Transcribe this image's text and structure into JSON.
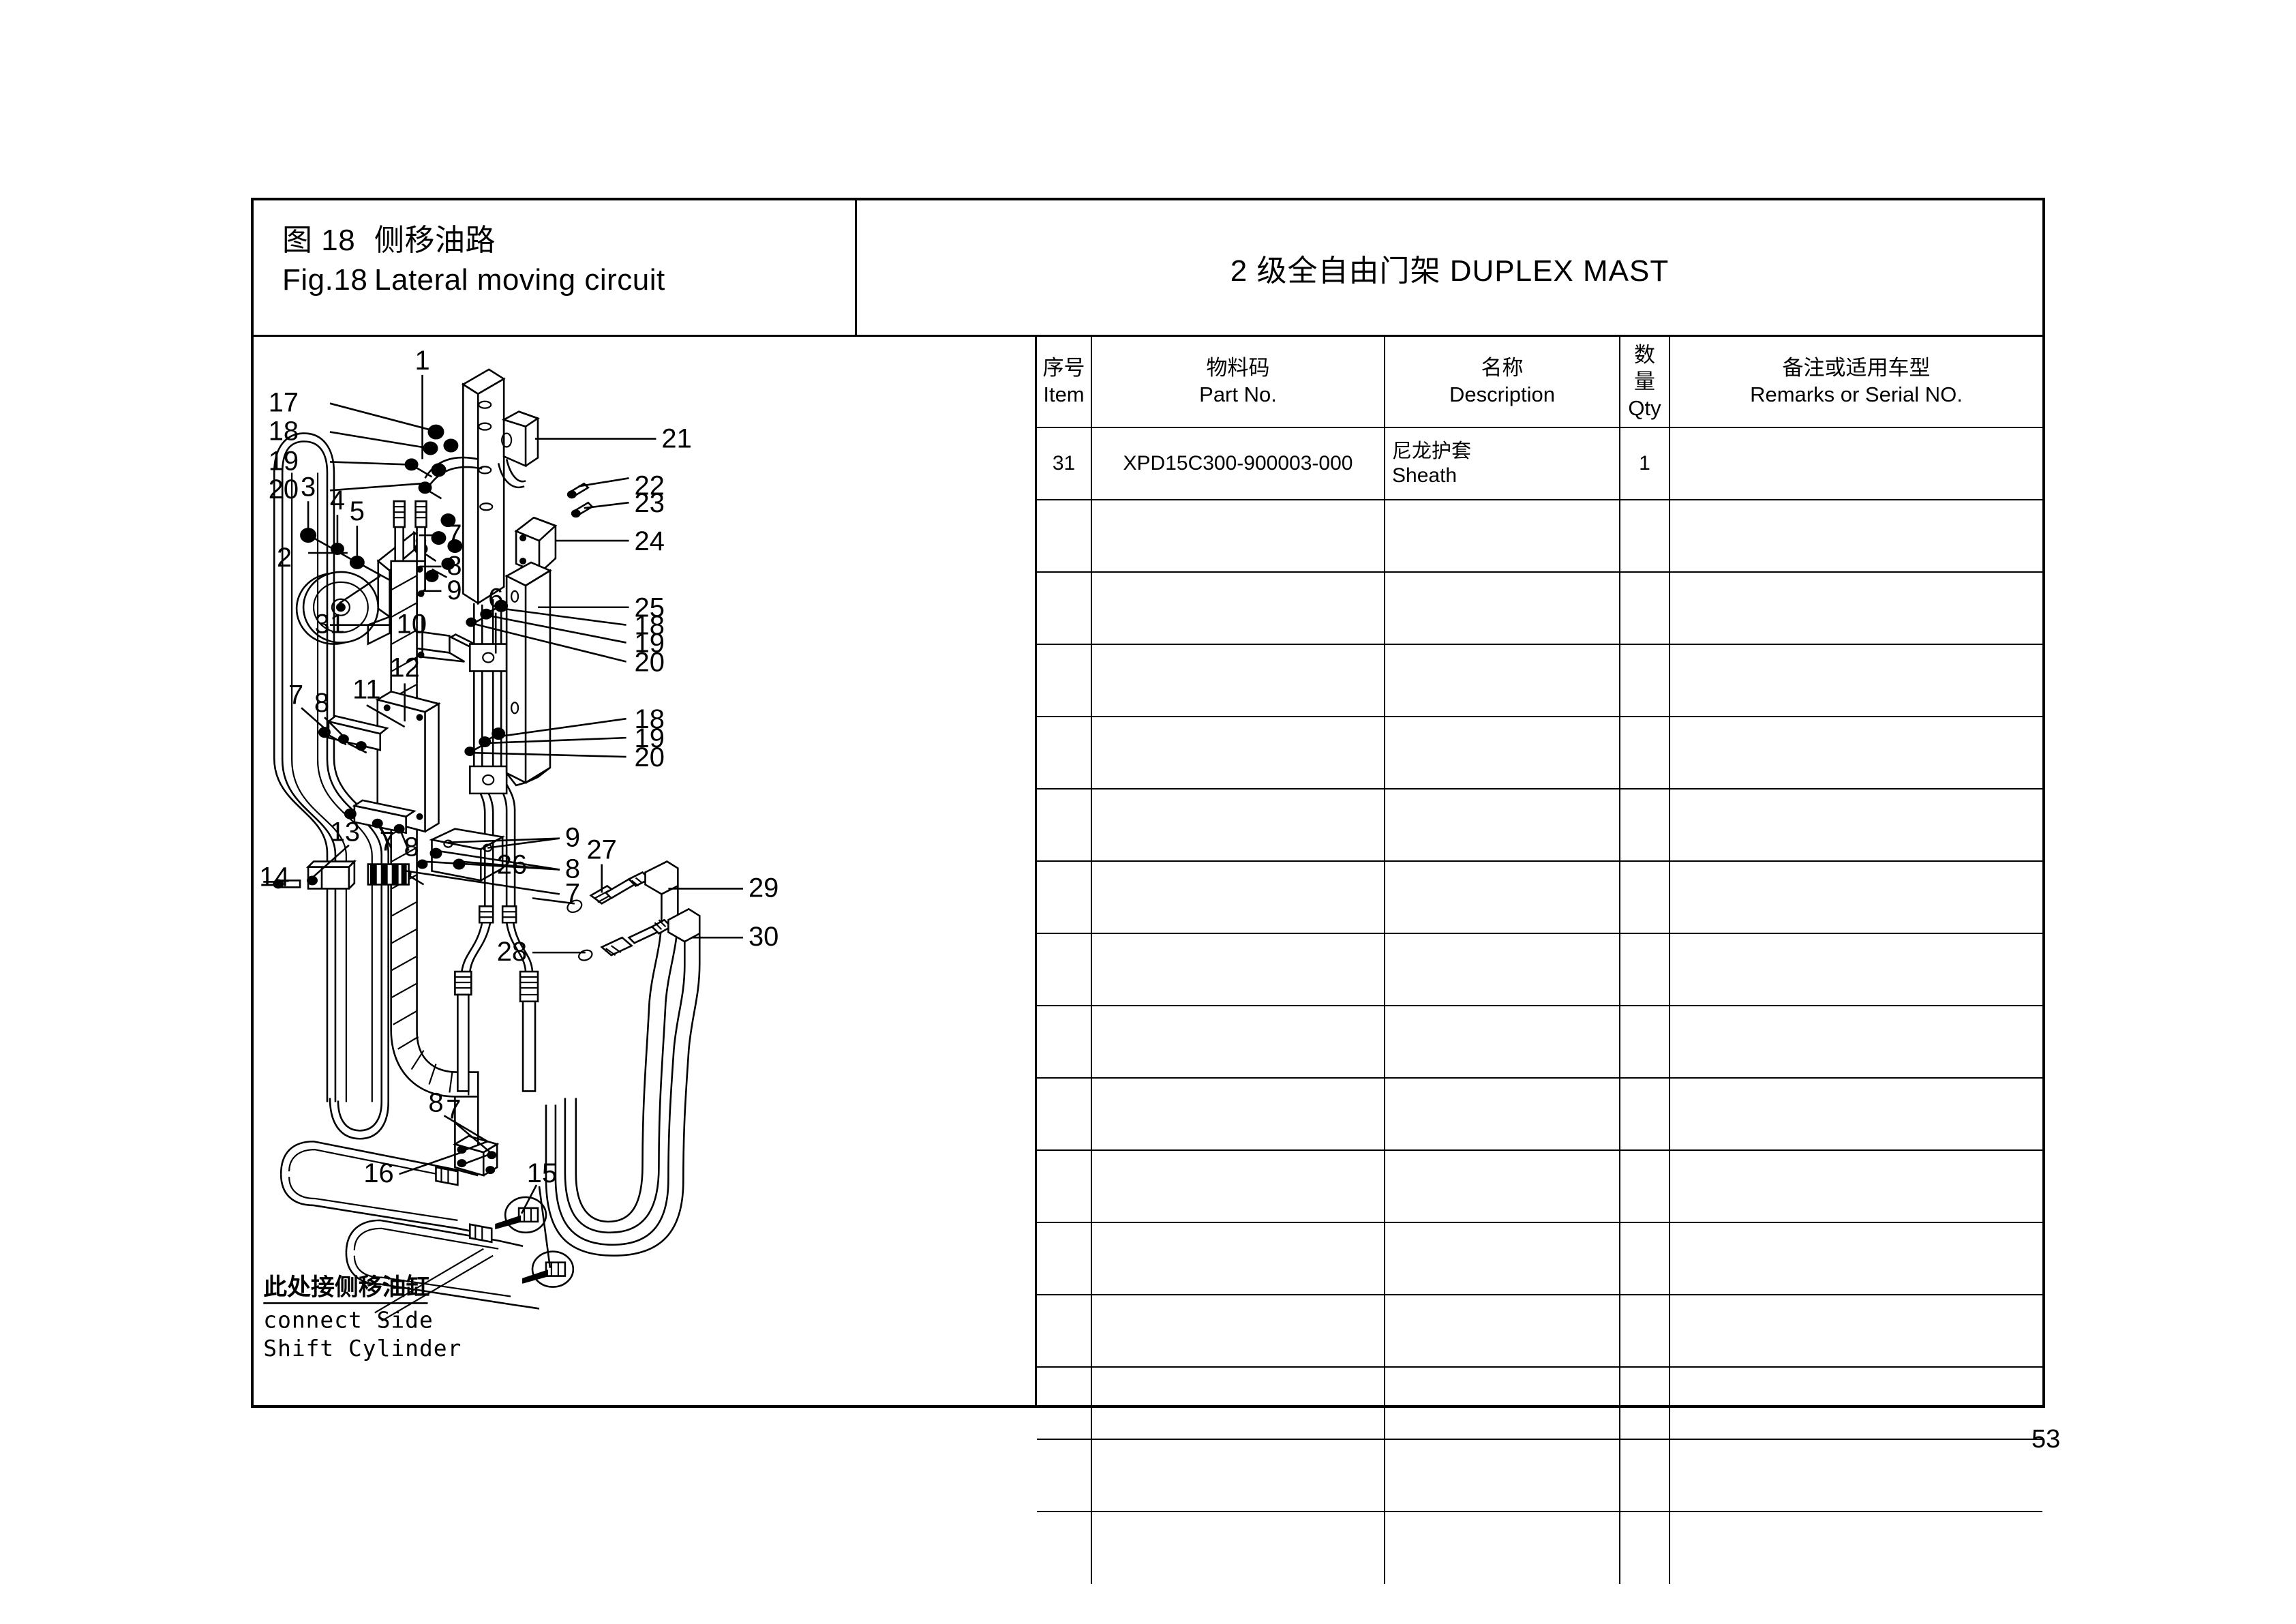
{
  "document": {
    "page_number": "53"
  },
  "title_block": {
    "cn_prefix": "图 18",
    "cn_label": "侧移油路",
    "en_prefix": "Fig.18",
    "en_label": "Lateral moving circuit"
  },
  "assembly_header": {
    "label": "2 级全自由门架  DUPLEX MAST"
  },
  "table": {
    "columns": [
      {
        "cn": "序号",
        "en": "Item"
      },
      {
        "cn": "物料码",
        "en": "Part No."
      },
      {
        "cn": "名称",
        "en": "Description"
      },
      {
        "cn": "数量",
        "en": "Qty"
      },
      {
        "cn": "备注或适用车型",
        "en": "Remarks or Serial NO."
      }
    ],
    "rows": [
      {
        "item": "31",
        "part_no": "XPD15C300-900003-000",
        "desc_cn": "尼龙护套",
        "desc_en": "Sheath",
        "qty": "1",
        "remarks": ""
      }
    ],
    "empty_row_count": 15
  },
  "drawing": {
    "note": {
      "cn": "此处接侧移油缸",
      "en_line1": "connect Side",
      "en_line2": "Shift Cylinder"
    },
    "callouts": [
      {
        "id": "c17",
        "label": "17"
      },
      {
        "id": "c18a",
        "label": "18"
      },
      {
        "id": "c19a",
        "label": "19"
      },
      {
        "id": "c20a",
        "label": "20"
      },
      {
        "id": "c21",
        "label": "21"
      },
      {
        "id": "c22",
        "label": "22"
      },
      {
        "id": "c23",
        "label": "23"
      },
      {
        "id": "c24",
        "label": "24"
      },
      {
        "id": "c25",
        "label": "25"
      },
      {
        "id": "c18b",
        "label": "18"
      },
      {
        "id": "c19b",
        "label": "19"
      },
      {
        "id": "c20b",
        "label": "20"
      },
      {
        "id": "c18c",
        "label": "18"
      },
      {
        "id": "c19c",
        "label": "19"
      },
      {
        "id": "c20c",
        "label": "20"
      },
      {
        "id": "c1",
        "label": "1"
      },
      {
        "id": "c2",
        "label": "2"
      },
      {
        "id": "c3",
        "label": "3"
      },
      {
        "id": "c4",
        "label": "4"
      },
      {
        "id": "c5",
        "label": "5"
      },
      {
        "id": "c6",
        "label": "6"
      },
      {
        "id": "c7a",
        "label": "7"
      },
      {
        "id": "c8a",
        "label": "8"
      },
      {
        "id": "c9a",
        "label": "9"
      },
      {
        "id": "c31",
        "label": "31"
      },
      {
        "id": "c10",
        "label": "10"
      },
      {
        "id": "c11",
        "label": "11"
      },
      {
        "id": "c12",
        "label": "12"
      },
      {
        "id": "c7b",
        "label": "7"
      },
      {
        "id": "c8b",
        "label": "8"
      },
      {
        "id": "c13",
        "label": "13"
      },
      {
        "id": "c14",
        "label": "14"
      },
      {
        "id": "c7c",
        "label": "7"
      },
      {
        "id": "c8c",
        "label": "8"
      },
      {
        "id": "c9b",
        "label": "9"
      },
      {
        "id": "c8d",
        "label": "8"
      },
      {
        "id": "c7d",
        "label": "7"
      },
      {
        "id": "c26",
        "label": "26"
      },
      {
        "id": "c27",
        "label": "27"
      },
      {
        "id": "c28",
        "label": "28"
      },
      {
        "id": "c29",
        "label": "29"
      },
      {
        "id": "c30",
        "label": "30"
      },
      {
        "id": "c16",
        "label": "16"
      },
      {
        "id": "c7e",
        "label": "7"
      },
      {
        "id": "c8e",
        "label": "8"
      },
      {
        "id": "c15",
        "label": "15"
      }
    ]
  }
}
